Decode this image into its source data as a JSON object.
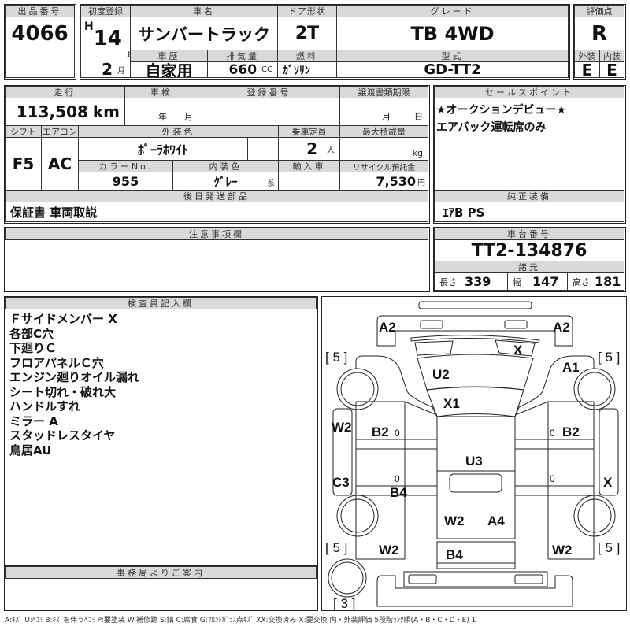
{
  "lot": {
    "label": "出品番号",
    "value": "4066"
  },
  "first_reg": {
    "label": "初度登録",
    "era": "H",
    "year": "14",
    "year_unit": "年",
    "month": "2",
    "month_unit": "月"
  },
  "car_name": {
    "label": "車名",
    "value": "サンバートラック"
  },
  "door": {
    "label": "ドア形状",
    "value": "2T"
  },
  "grade": {
    "label": "グレード",
    "value": "TB 4WD"
  },
  "history": {
    "label": "車歴",
    "value": "自家用"
  },
  "displacement": {
    "label": "排気量",
    "value": "660",
    "unit": "CC"
  },
  "fuel": {
    "label": "燃料",
    "value": "ｶﾞｿﾘﾝ"
  },
  "model_code": {
    "label": "型式",
    "value": "GD-TT2"
  },
  "score": {
    "label": "評価点",
    "value": "R",
    "exterior_label": "外装",
    "interior_label": "内装",
    "exterior": "E",
    "interior": "E"
  },
  "mileage": {
    "label": "走行",
    "value": "113,508",
    "unit": "km"
  },
  "inspection": {
    "label": "車検",
    "year_unit": "年",
    "month_unit": "月"
  },
  "reg_number": {
    "label": "登録番号"
  },
  "transfer_deadline": {
    "label": "譲渡書類期限",
    "month_unit": "月",
    "day_unit": "日"
  },
  "shift": {
    "label": "シフト",
    "value": "F5"
  },
  "aircon": {
    "label": "エアコン",
    "value": "AC"
  },
  "ext_color": {
    "label": "外装色",
    "value": "ﾎﾟｰﾗﾎﾜｲﾄ"
  },
  "capacity": {
    "label": "乗車定員",
    "value": "2",
    "unit": "人"
  },
  "max_load": {
    "label": "最大積載量",
    "unit": "kg"
  },
  "color_no": {
    "label": "カラーNo.",
    "value": "955"
  },
  "int_color": {
    "label": "内装色",
    "value": "ｸﾞﾚｰ",
    "unit": "系"
  },
  "import": {
    "label": "輸入車"
  },
  "recycle": {
    "label": "リサイクル預託金",
    "value": "7,530",
    "unit": "円"
  },
  "later_parts": {
    "label": "後日発送部品",
    "value": "保証書 車両取説"
  },
  "sales_point": {
    "label": "セールスポイント",
    "lines": [
      "★オークションデビュー★",
      "エアバック運転席のみ"
    ]
  },
  "equipment": {
    "label": "純正装備",
    "value": "ｴｱB PS"
  },
  "notes": {
    "label": "注意事項欄"
  },
  "chassis": {
    "label": "車台番号",
    "value": "TT2-134876"
  },
  "specs": {
    "label": "諸元",
    "length_label": "長さ",
    "length": "339",
    "width_label": "幅",
    "width": "147",
    "height_label": "高さ",
    "height": "181"
  },
  "inspector": {
    "label": "検査員記入欄",
    "lines": [
      "Ｆサイドメンバー X",
      "各部C穴",
      "下廻りＣ",
      "フロアパネルＣ穴",
      "エンジン廻りオイル漏れ",
      "シート切れ・破れ大",
      "ハンドルすれ",
      "ミラー A",
      "スタッドレスタイヤ",
      "鳥居AU"
    ]
  },
  "office": {
    "label": "事務局よりご案内"
  },
  "diagram": {
    "marks": [
      "A2",
      "A2",
      "X",
      "A1",
      "U2",
      "X1",
      "W2",
      "B2",
      "0",
      "0",
      "B2",
      "U3",
      "C3",
      "0",
      "0",
      "X",
      "B4",
      "W2",
      "A4",
      "W2",
      "W2",
      "B4"
    ],
    "tread": [
      "[ 5 ]",
      "[ 5 ]",
      "[ 5 ]",
      "[ 5 ]",
      "[ 3 ]"
    ]
  },
  "legend": "A:ｷｽﾞ U:ﾍｺﾐ B:ｷｽﾞを伴うﾍｺﾐ P:要塗装 W:補修跡 S:錆 C:腐食 G:ﾌﾛﾝﾄｶﾞﾗｽ点ｷｽﾞ XX:交換済み X:要交換 内・外装評価 5段階ﾗﾝｸ順(A・B・C・D・E) 1"
}
